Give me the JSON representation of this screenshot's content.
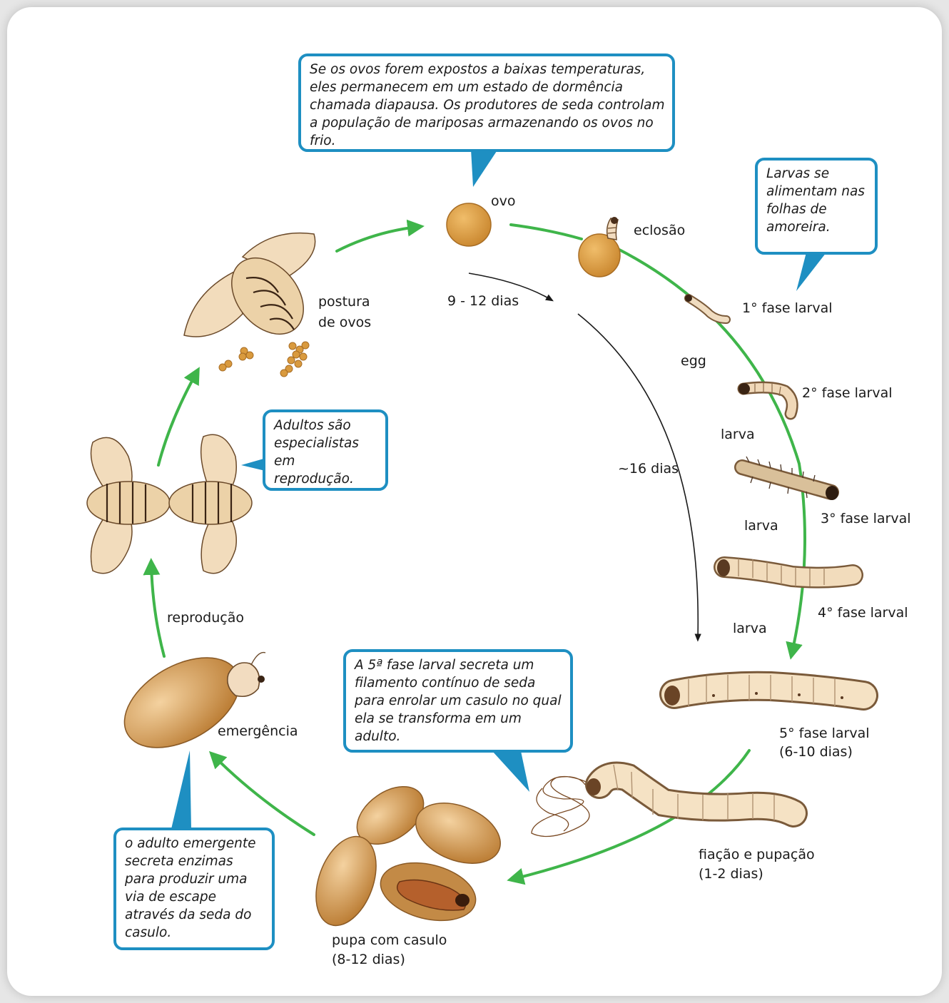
{
  "callouts": {
    "eggs_cold": "Se os ovos forem expostos a baixas temperaturas, eles permanecem  em um estado de dormência chamada diapausa. Os produtores de seda  controlam a população de mariposas armazenando os ovos no frio.",
    "larvae_feed": "Larvas se alimentam nas folhas de amoreira.",
    "adults_repro": "Adultos são especialistas em reprodução.",
    "fifth_stage": "A 5ª fase larval secreta um filamento contínuo de seda para enrolar um casulo no qual ela se transforma em um adulto.",
    "emergent_adult": "o adulto emergente secreta enzimas para produzir uma via de escape através da seda do casulo."
  },
  "labels": {
    "egg": "ovo",
    "hatching": "eclosão",
    "stage1": "1° fase larval",
    "stage2": "2° fase larval",
    "stage3": "3° fase larval",
    "stage4": "4° fase larval",
    "stage5": "5° fase larval",
    "stage5_duration": "(6-10 dias)",
    "spinning": "fiação e pupação",
    "spinning_duration": "(1-2 dias)",
    "pupa": "pupa com casulo",
    "pupa_duration": "(8-12 dias)",
    "emergence": "emergência",
    "reproduction": "reprodução",
    "laying_line1": "postura",
    "laying_line2": "de ovos",
    "egg_en": "egg",
    "larva_1": "larva",
    "larva_2": "larva",
    "larva_3": "larva",
    "days_egg": "9 - 12 dias",
    "days_larva": "~16 dias"
  },
  "colors": {
    "cycle_arrow": "#3fb54a",
    "callout_border": "#1e8fc2",
    "egg": "#d99a3e",
    "larva_body": "#f2d8b2",
    "cocoon": "#c98a3c",
    "moth": "#ecd2a8"
  },
  "icons": [
    "egg-icon",
    "hatching-egg-icon",
    "larva-icon",
    "silk-thread-icon",
    "cocoon-icon",
    "moth-icon"
  ]
}
